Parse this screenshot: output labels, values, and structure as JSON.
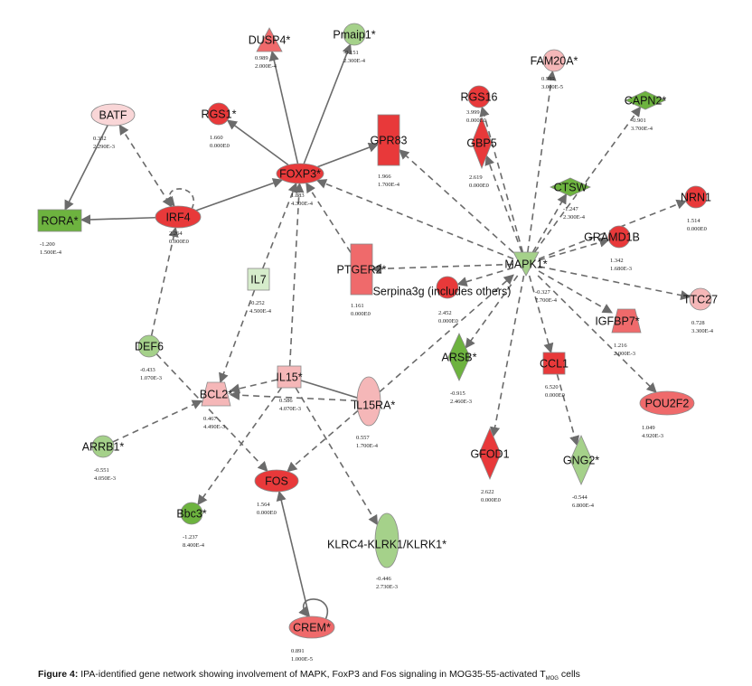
{
  "figure": {
    "caption_label": "Figure 4:",
    "caption_text": "IPA-identified gene network showing involvement of MAPK, FoxP3 and Fos signaling in MOG35-55-activated T",
    "caption_sub": "MOG",
    "caption_end": " cells"
  },
  "colors": {
    "red": "#e8393a",
    "light_red": "#ef6a6b",
    "pink": "#f5b7b8",
    "pale_pink": "#f9d6d7",
    "green": "#6db33f",
    "light_green": "#a5d18a",
    "pale_green": "#d6eccb",
    "edge": "#6b6b6b"
  },
  "nodes": [
    {
      "id": "BATF",
      "label": "BATF",
      "shape": "ellipse",
      "color": "pale_pink",
      "fold": "0.332",
      "p": "2.290E-3"
    },
    {
      "id": "RORA",
      "label": "RORA*",
      "shape": "rect",
      "color": "green",
      "fold": "-1.200",
      "p": "1.500E-4"
    },
    {
      "id": "IRF4",
      "label": "IRF4",
      "shape": "ellipse",
      "color": "red",
      "fold": "2.264",
      "p": "0.000E0"
    },
    {
      "id": "RGS1",
      "label": "RGS1*",
      "shape": "circle",
      "color": "red",
      "fold": "1.660",
      "p": "0.000E0"
    },
    {
      "id": "DUSP4",
      "label": "DUSP4*",
      "shape": "triangle",
      "color": "light_red",
      "fold": "0.989",
      "p": "2.000E-4"
    },
    {
      "id": "Pmaip1",
      "label": "Pmaip1*",
      "shape": "circle",
      "color": "light_green",
      "fold": "-0.151",
      "p": "2.300E-4"
    },
    {
      "id": "FOXP3",
      "label": "FOXP3*",
      "shape": "ellipse",
      "color": "red",
      "fold": "1.883",
      "p": "4.300E-4"
    },
    {
      "id": "GPR83",
      "label": "GPR83",
      "shape": "tallrect",
      "color": "red",
      "fold": "1.966",
      "p": "1.700E-4"
    },
    {
      "id": "RGS16",
      "label": "RGS16",
      "shape": "circle",
      "color": "red",
      "fold": "3.999",
      "p": "0.000E0"
    },
    {
      "id": "FAM20A",
      "label": "FAM20A*",
      "shape": "circle",
      "color": "pink",
      "fold": "0.589",
      "p": "3.000E-5"
    },
    {
      "id": "CAPN2",
      "label": "CAPN2*",
      "shape": "diamond_h",
      "color": "green",
      "fold": "-0.901",
      "p": "3.700E-4"
    },
    {
      "id": "GBP5",
      "label": "GBP5",
      "shape": "diamond_v",
      "color": "red",
      "fold": "2.619",
      "p": "0.000E0"
    },
    {
      "id": "CTSW",
      "label": "CTSW",
      "shape": "diamond_h",
      "color": "green",
      "fold": "-1.247",
      "p": "2.300E-4"
    },
    {
      "id": "NRN1",
      "label": "NRN1",
      "shape": "circle",
      "color": "red",
      "fold": "1.514",
      "p": "0.000E0"
    },
    {
      "id": "GRAMD1B",
      "label": "GRAMD1B",
      "shape": "circle",
      "color": "red",
      "fold": "1.342",
      "p": "1.680E-3"
    },
    {
      "id": "MAPK1",
      "label": "MAPK1*",
      "shape": "triangle_down",
      "color": "light_green",
      "fold": "-0.327",
      "p": "7.700E-4"
    },
    {
      "id": "PTGER2",
      "label": "PTGER2*",
      "shape": "tallrect",
      "color": "light_red",
      "fold": "1.161",
      "p": "0.000E0"
    },
    {
      "id": "Serpina3g",
      "label": "Serpina3g (includes others)",
      "shape": "circle",
      "color": "red",
      "fold": "2.452",
      "p": "0.000E0"
    },
    {
      "id": "IL7",
      "label": "IL7",
      "shape": "rect",
      "color": "pale_green",
      "fold": "-0.252",
      "p": "4.500E-4"
    },
    {
      "id": "TTC27",
      "label": "TTC27",
      "shape": "circle",
      "color": "pink",
      "fold": "0.728",
      "p": "3.300E-4"
    },
    {
      "id": "IGFBP7",
      "label": "IGFBP7*",
      "shape": "trapezoid",
      "color": "light_red",
      "fold": "1.216",
      "p": "2.000E-3"
    },
    {
      "id": "DEF6",
      "label": "DEF6",
      "shape": "circle",
      "color": "light_green",
      "fold": "-0.433",
      "p": "1.070E-3"
    },
    {
      "id": "BCL2",
      "label": "BCL2*",
      "shape": "trapezoid",
      "color": "pink",
      "fold": "0.467",
      "p": "4.490E-3"
    },
    {
      "id": "IL15",
      "label": "IL15*",
      "shape": "rect",
      "color": "pink",
      "fold": "0.586",
      "p": "4.070E-3"
    },
    {
      "id": "IL15RA",
      "label": "IL15RA*",
      "shape": "ellipse_v",
      "color": "pink",
      "fold": "0.557",
      "p": "1.700E-4"
    },
    {
      "id": "ARSB",
      "label": "ARSB*",
      "shape": "diamond_v",
      "color": "green",
      "fold": "-0.915",
      "p": "2.460E-3"
    },
    {
      "id": "CCL1",
      "label": "CCL1",
      "shape": "rect",
      "color": "red",
      "fold": "6.520",
      "p": "0.000E0"
    },
    {
      "id": "POU2F2",
      "label": "POU2F2",
      "shape": "ellipse",
      "color": "light_red",
      "fold": "1.049",
      "p": "4.920E-3"
    },
    {
      "id": "ARRB1",
      "label": "ARRB1*",
      "shape": "circle",
      "color": "light_green",
      "fold": "-0.551",
      "p": "4.050E-3"
    },
    {
      "id": "FOS",
      "label": "FOS",
      "shape": "ellipse",
      "color": "red",
      "fold": "1.564",
      "p": "0.000E0"
    },
    {
      "id": "GFOD1",
      "label": "GFOD1",
      "shape": "diamond_v",
      "color": "red",
      "fold": "2.622",
      "p": "0.000E0"
    },
    {
      "id": "GNG2",
      "label": "GNG2*",
      "shape": "diamond_v",
      "color": "light_green",
      "fold": "-0.544",
      "p": "6.800E-4"
    },
    {
      "id": "Bbc3",
      "label": "Bbc3*",
      "shape": "circle",
      "color": "green",
      "fold": "-1.237",
      "p": "8.400E-4"
    },
    {
      "id": "KLRC4",
      "label": "KLRC4-KLRK1/KLRK1*",
      "shape": "ellipse_v",
      "color": "light_green",
      "fold": "-0.446",
      "p": "2.730E-3"
    },
    {
      "id": "CREM",
      "label": "CREM*",
      "shape": "ellipse",
      "color": "light_red",
      "fold": "0.891",
      "p": "1.000E-5"
    }
  ],
  "edges": [
    {
      "from": "BATF",
      "to": "RORA",
      "type": "solid",
      "arrow": "end"
    },
    {
      "from": "BATF",
      "to": "IRF4",
      "type": "dashed",
      "arrow": "both"
    },
    {
      "from": "IRF4",
      "to": "RORA",
      "type": "solid",
      "arrow": "end"
    },
    {
      "from": "IRF4",
      "to": "IRF4",
      "type": "dashed",
      "arrow": "self"
    },
    {
      "from": "IRF4",
      "to": "FOXP3",
      "type": "solid",
      "arrow": "end"
    },
    {
      "from": "FOXP3",
      "to": "RGS1",
      "type": "solid",
      "arrow": "end"
    },
    {
      "from": "FOXP3",
      "to": "DUSP4",
      "type": "solid",
      "arrow": "end"
    },
    {
      "from": "FOXP3",
      "to": "Pmaip1",
      "type": "solid",
      "arrow": "end"
    },
    {
      "from": "FOXP3",
      "to": "GPR83",
      "type": "solid",
      "arrow": "end"
    },
    {
      "from": "IL7",
      "to": "FOXP3",
      "type": "dashed",
      "arrow": "end"
    },
    {
      "from": "IL15",
      "to": "FOXP3",
      "type": "dashed",
      "arrow": "end"
    },
    {
      "from": "PTGER2",
      "to": "FOXP3",
      "type": "dashed",
      "arrow": "end"
    },
    {
      "from": "MAPK1",
      "to": "FOXP3",
      "type": "dashed",
      "arrow": "end"
    },
    {
      "from": "MAPK1",
      "to": "GPR83",
      "type": "dashed",
      "arrow": "end"
    },
    {
      "from": "MAPK1",
      "to": "RGS16",
      "type": "dashed",
      "arrow": "end"
    },
    {
      "from": "MAPK1",
      "to": "FAM20A",
      "type": "dashed",
      "arrow": "end"
    },
    {
      "from": "MAPK1",
      "to": "CAPN2",
      "type": "dashed",
      "arrow": "end"
    },
    {
      "from": "MAPK1",
      "to": "GBP5",
      "type": "dashed",
      "arrow": "end"
    },
    {
      "from": "MAPK1",
      "to": "CTSW",
      "type": "dashed",
      "arrow": "end"
    },
    {
      "from": "MAPK1",
      "to": "NRN1",
      "type": "dashed",
      "arrow": "end"
    },
    {
      "from": "MAPK1",
      "to": "GRAMD1B",
      "type": "dashed",
      "arrow": "end"
    },
    {
      "from": "MAPK1",
      "to": "PTGER2",
      "type": "dashed",
      "arrow": "end"
    },
    {
      "from": "MAPK1",
      "to": "Serpina3g",
      "type": "dashed",
      "arrow": "end"
    },
    {
      "from": "MAPK1",
      "to": "TTC27",
      "type": "dashed",
      "arrow": "end"
    },
    {
      "from": "MAPK1",
      "to": "IGFBP7",
      "type": "dashed",
      "arrow": "end"
    },
    {
      "from": "MAPK1",
      "to": "POU2F2",
      "type": "dashed",
      "arrow": "end"
    },
    {
      "from": "MAPK1",
      "to": "CCL1",
      "type": "dashed",
      "arrow": "end"
    },
    {
      "from": "MAPK1",
      "to": "ARSB",
      "type": "dashed",
      "arrow": "end"
    },
    {
      "from": "MAPK1",
      "to": "GFOD1",
      "type": "dashed",
      "arrow": "end"
    },
    {
      "from": "IL15RA",
      "to": "MAPK1",
      "type": "dashed",
      "arrow": "end"
    },
    {
      "from": "CCL1",
      "to": "GNG2",
      "type": "dashed",
      "arrow": "end"
    },
    {
      "from": "DEF6",
      "to": "IRF4",
      "type": "dashed",
      "arrow": "end"
    },
    {
      "from": "DEF6",
      "to": "FOS",
      "type": "dashed",
      "arrow": "end"
    },
    {
      "from": "IL7",
      "to": "BCL2",
      "type": "dashed",
      "arrow": "end"
    },
    {
      "from": "IL15",
      "to": "BCL2",
      "type": "dashed",
      "arrow": "end"
    },
    {
      "from": "IL15RA",
      "to": "BCL2",
      "type": "dashed",
      "arrow": "end"
    },
    {
      "from": "ARRB1",
      "to": "BCL2",
      "type": "dashed",
      "arrow": "end"
    },
    {
      "from": "IL15",
      "to": "IL15RA",
      "type": "solid",
      "arrow": "none"
    },
    {
      "from": "IL15",
      "to": "Bbc3",
      "type": "dashed",
      "arrow": "end"
    },
    {
      "from": "IL15",
      "to": "KLRC4",
      "type": "dashed",
      "arrow": "end"
    },
    {
      "from": "IL15RA",
      "to": "FOS",
      "type": "dashed",
      "arrow": "end"
    },
    {
      "from": "CREM",
      "to": "FOS",
      "type": "solid",
      "arrow": "end"
    },
    {
      "from": "CREM",
      "to": "CREM",
      "type": "solid",
      "arrow": "self"
    }
  ]
}
